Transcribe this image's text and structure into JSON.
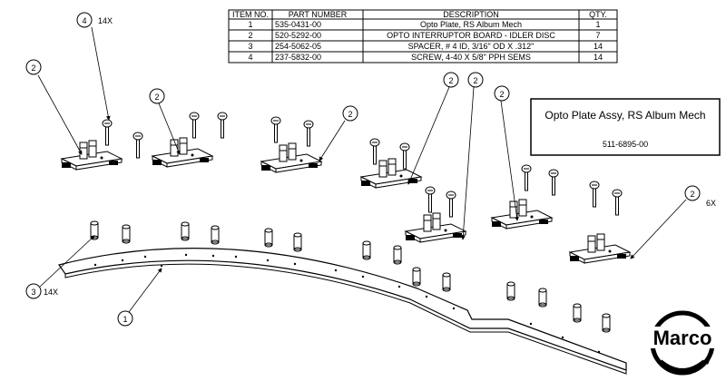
{
  "bom": {
    "headers": [
      "ITEM NO.",
      "PART NUMBER",
      "DESCRIPTION",
      "QTY."
    ],
    "rows": [
      [
        "1",
        "535-0431-00",
        "Opto Plate, RS Album Mech",
        "1"
      ],
      [
        "2",
        "520-5292-00",
        "OPTO INTERRUPTOR BOARD - IDLER DISC",
        "7"
      ],
      [
        "3",
        "254-5062-05",
        "SPACER, # 4 ID, 3/16\" OD X .312\"",
        "14"
      ],
      [
        "4",
        "237-5832-00",
        "SCREW, 4-40 X 5/8\" PPH SEMS",
        "14"
      ]
    ]
  },
  "title_box": {
    "title": "Opto Plate Assy, RS Album Mech",
    "part_number": "511-6895-00"
  },
  "callouts": [
    {
      "item": "4",
      "qty": "14X"
    },
    {
      "item": "2",
      "qty": ""
    },
    {
      "item": "2",
      "qty": ""
    },
    {
      "item": "2",
      "qty": ""
    },
    {
      "item": "2",
      "qty": ""
    },
    {
      "item": "2",
      "qty": ""
    },
    {
      "item": "2",
      "qty": ""
    },
    {
      "item": "2",
      "qty": "6X"
    },
    {
      "item": "3",
      "qty": "14X"
    },
    {
      "item": "1",
      "qty": ""
    }
  ],
  "logo": {
    "text": "Marco"
  }
}
